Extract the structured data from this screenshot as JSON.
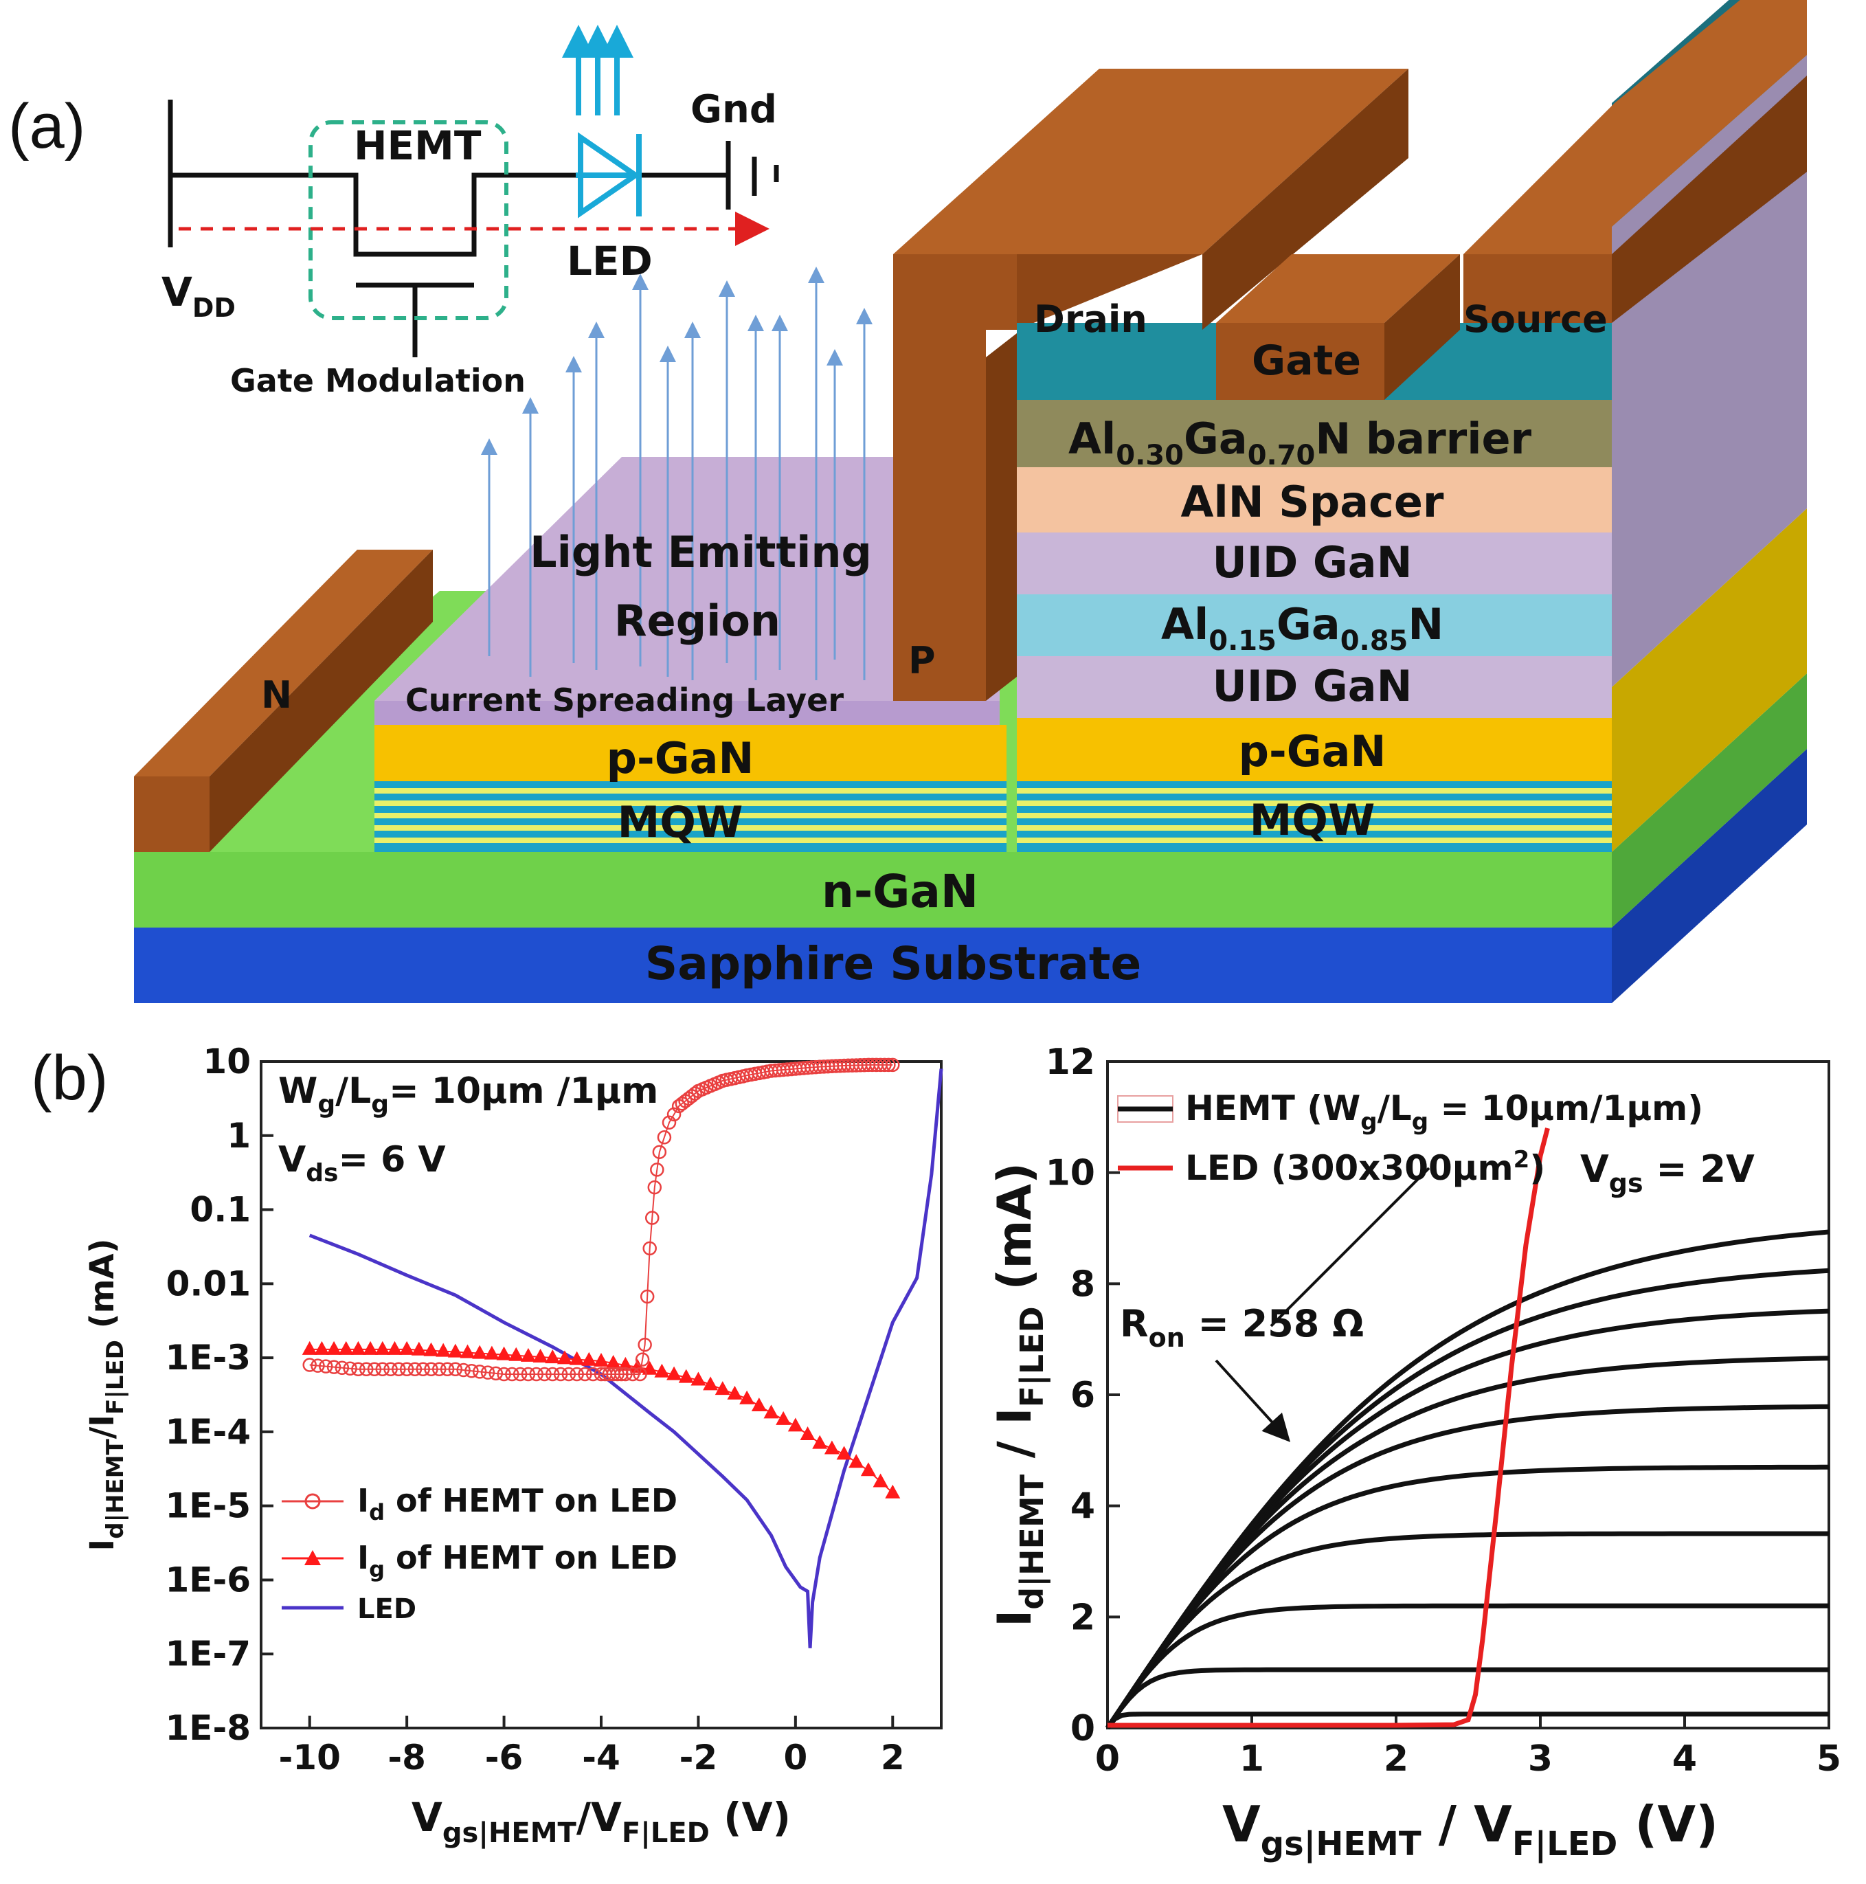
{
  "panel_a": {
    "label": "(a)",
    "circuit": {
      "hemt": "HEMT",
      "led": "LED",
      "gnd": "Gnd",
      "vdd": "V",
      "vdd_sub": "DD",
      "gate_mod": "Gate Modulation"
    },
    "structure": {
      "n_contact": "N",
      "p_contact": "P",
      "drain": "Drain",
      "gate": "Gate",
      "source": "Source",
      "algan_barrier": {
        "pre": "Al",
        "s1": "0.30",
        "mid": "Ga",
        "s2": "0.70",
        "post": "N barrier"
      },
      "aln_spacer": "AlN Spacer",
      "uid_gan": "UID GaN",
      "algan15": {
        "pre": "Al",
        "s1": "0.15",
        "mid": "Ga",
        "s2": "0.85",
        "post": "N"
      },
      "pgan": "p-GaN",
      "mqw": "MQW",
      "light_region_1": "Light Emitting",
      "light_region_2": "Region",
      "current_spreading": "Current Spreading Layer",
      "ngan": "n-GaN",
      "sapphire": "Sapphire Substrate"
    },
    "colors": {
      "contact": "#a0521d",
      "sapphire": "#1f4fd0",
      "ngan": "#6fd14a",
      "pgan": "#f7c100",
      "mqw_blue": "#1aa3c8",
      "mqw_yellow": "#e9f06a",
      "uid": "#c9b6d8",
      "algan15": "#88cfe0",
      "aln": "#f4c3a0",
      "barrier": "#8f8a5c",
      "teal": "#1f8e9e",
      "light": "#c7aed6",
      "circuit_box": "#2db08a",
      "led": "#19a9d8",
      "arrow_red": "#e02020",
      "light_arrow": "#6f9ed6"
    }
  },
  "panel_b": {
    "label": "(b)",
    "left_chart": {
      "annot1": {
        "a": "W",
        "as": "g",
        "b": "/L",
        "bs": "g",
        "c": "= 10µm /1µm"
      },
      "annot2": {
        "a": "V",
        "as": "ds",
        "c": "= 6 V"
      },
      "legend": [
        {
          "pre": "I",
          "sub": "d",
          "post": " of HEMT on LED"
        },
        {
          "pre": "I",
          "sub": "g",
          "post": " of HEMT on LED"
        },
        {
          "pre": "",
          "sub": "",
          "post": "LED"
        }
      ],
      "ylabel": {
        "a": "I",
        "as": "d|HEMT",
        "b": "/I",
        "bs": "F|LED",
        "c": " (mA)"
      },
      "xlabel": {
        "a": "V",
        "as": "gs|HEMT",
        "b": "/V",
        "bs": "F|LED",
        "c": " (V)"
      },
      "yticks": [
        "10",
        "1",
        "0.1",
        "0.01",
        "1E-3",
        "1E-4",
        "1E-5",
        "1E-6",
        "1E-7",
        "1E-8"
      ],
      "xticks": [
        "-10",
        "-8",
        "-6",
        "-4",
        "-2",
        "0",
        "2"
      ],
      "colors": {
        "id": "#e94040",
        "ig": "#ff1a1a",
        "led": "#4a34c8"
      }
    },
    "right_chart": {
      "legend": [
        {
          "pre": "HEMT (W",
          "s1": "g",
          "mid": "/L",
          "s2": "g",
          "post": " = 10µm/1µm)"
        },
        {
          "pre": "LED (300x300µm",
          "sup": "2",
          "post": ")"
        }
      ],
      "vgs": {
        "a": "V",
        "as": "gs",
        "c": " = 2V"
      },
      "ron": {
        "a": "R",
        "as": "on",
        "c": " = 258 Ω"
      },
      "ylabel": {
        "a": "I",
        "as": "d|HEMT",
        "b": " / I",
        "bs": "F|LED",
        "c": " (mA)"
      },
      "xlabel": {
        "a": "V",
        "as": "gs|HEMT",
        "b": " / V",
        "bs": "F|LED",
        "c": " (V)"
      },
      "yticks": [
        "0",
        "2",
        "4",
        "6",
        "8",
        "10",
        "12"
      ],
      "xticks": [
        "0",
        "1",
        "2",
        "3",
        "4",
        "5"
      ],
      "colors": {
        "hemt": "#111111",
        "led": "#e82020"
      }
    }
  },
  "chart_data": [
    {
      "type": "line",
      "title": "",
      "xlabel": "Vgs|HEMT/VF|LED (V)",
      "ylabel": "Id|HEMT/IF|LED (mA)",
      "xlim": [
        -11,
        3
      ],
      "ylim": [
        1e-08,
        10
      ],
      "yscale": "log",
      "series": [
        {
          "name": "Id of HEMT on LED",
          "x": [
            -10,
            -9,
            -8,
            -7,
            -6,
            -5,
            -4,
            -3.5,
            -3.2,
            -3.1,
            -3.0,
            -2.9,
            -2.8,
            -2.6,
            -2.4,
            -2.0,
            -1.5,
            -1.0,
            -0.5,
            0,
            0.5,
            1.0,
            1.5,
            2.0
          ],
          "y": [
            0.0008,
            0.0007,
            0.0007,
            0.0007,
            0.0006,
            0.0006,
            0.0006,
            0.0006,
            0.0006,
            0.0015,
            0.03,
            0.2,
            0.6,
            1.5,
            2.5,
            4.0,
            5.5,
            6.5,
            7.5,
            8.0,
            8.5,
            8.8,
            9.0,
            9.0
          ]
        },
        {
          "name": "Ig of HEMT on LED",
          "x": [
            -10,
            -9,
            -8,
            -7,
            -6,
            -5,
            -4,
            -3,
            -2,
            -1,
            -0.5,
            0,
            0.5,
            1.0,
            1.5,
            2.0
          ],
          "y": [
            0.0013,
            0.0013,
            0.0013,
            0.0012,
            0.0011,
            0.001,
            0.0009,
            0.0007,
            0.0005,
            0.00028,
            0.00018,
            0.00012,
            7e-05,
            5e-05,
            3e-05,
            1.5e-05
          ]
        },
        {
          "name": "LED",
          "x": [
            -10,
            -9,
            -8,
            -7,
            -6,
            -5,
            -4,
            -3,
            -2.5,
            -2,
            -1.5,
            -1,
            -0.5,
            -0.2,
            0.1,
            0.25,
            0.3,
            0.35,
            0.5,
            1.0,
            1.5,
            2.0,
            2.5,
            2.8,
            3.0
          ],
          "y": [
            0.045,
            0.025,
            0.013,
            0.007,
            0.003,
            0.0014,
            0.0006,
            0.00018,
            0.0001,
            5e-05,
            2.5e-05,
            1.2e-05,
            4e-06,
            1.5e-06,
            8e-07,
            7e-07,
            1.2e-07,
            5e-07,
            2e-06,
            3e-05,
            0.0003,
            0.003,
            0.012,
            0.3,
            8
          ]
        }
      ]
    },
    {
      "type": "line",
      "title": "",
      "xlabel": "Vgs|HEMT / VF|LED (V)",
      "ylabel": "Id|HEMT / IF|LED (mA)",
      "xlim": [
        0,
        5
      ],
      "ylim": [
        0,
        12
      ],
      "series": [
        {
          "name": "HEMT (Wg/Lg = 10µm/1µm)",
          "x_max": 5,
          "saturation_currents": [
            0.25,
            1.05,
            2.2,
            3.5,
            4.7,
            5.8,
            6.7,
            7.6,
            8.4,
            9.2
          ],
          "linear_slope_mA_per_V": 3.88
        },
        {
          "name": "LED (300x300µm2)",
          "x": [
            0,
            2.0,
            2.4,
            2.5,
            2.55,
            2.6,
            2.7,
            2.8,
            2.9,
            3.0,
            3.05
          ],
          "y": [
            0.05,
            0.05,
            0.06,
            0.15,
            0.6,
            1.6,
            4.0,
            6.5,
            8.7,
            10.3,
            10.8
          ]
        }
      ]
    }
  ]
}
